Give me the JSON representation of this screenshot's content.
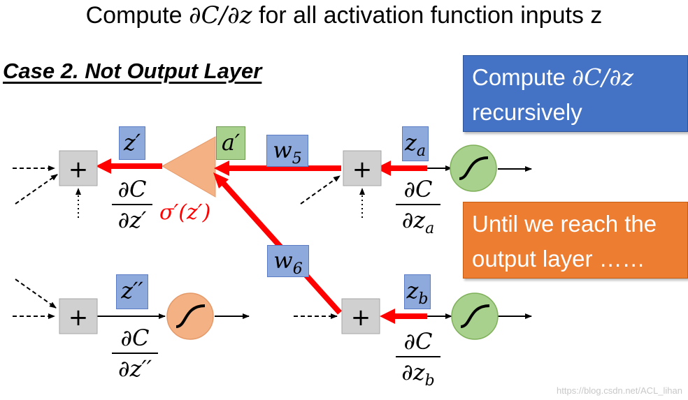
{
  "title": {
    "prefix": "Compute ",
    "math": "∂C/∂z",
    "suffix": " for all activation function inputs z"
  },
  "case_title": "Case 2. Not Output Layer",
  "callouts": {
    "recursive": {
      "line1_prefix": "Compute ",
      "line1_math": "∂C/∂z",
      "line2": "recursively",
      "color": "#4472c4"
    },
    "until": {
      "line1": "Until we reach the",
      "line2": "output layer ……",
      "color": "#ed7d31"
    }
  },
  "diagram": {
    "adder_symbol": "+",
    "z_prime": "z′",
    "a_prime": "a′",
    "w5": "w",
    "w5_sub": "5",
    "w6": "w",
    "w6_sub": "6",
    "za": "z",
    "za_sub": "a",
    "zb": "z",
    "zb_sub": "b",
    "z_double": "z′′",
    "frac_num": "∂C",
    "frac_den_zprime": "∂z′",
    "frac_den_z_double": "∂z′′",
    "frac_den_z": "∂z",
    "sigma_prime": "σ′(z′)",
    "colors": {
      "arrow_red": "#ff0000",
      "adder_gray": "#d0d0d0",
      "neuron_green": "#a9d18e",
      "neuron_orange": "#f4b183"
    }
  },
  "watermark": "https://blog.csdn.net/ACL_lihan"
}
